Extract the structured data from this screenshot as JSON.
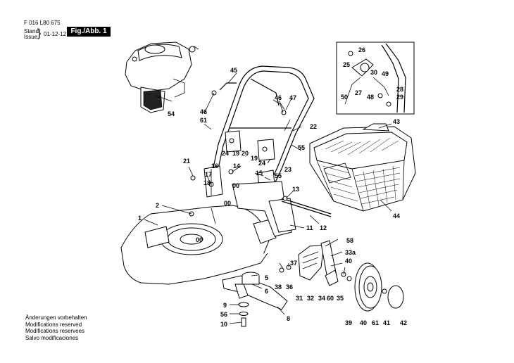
{
  "header": {
    "doc_code": "F 016 L80 675",
    "stand": "Stand",
    "issue": "Issue",
    "brace": "}",
    "date": "01-12-12",
    "figure": "Fig./Abb. 1"
  },
  "notes": [
    "Änderungen vorbehalten",
    "Modifications reserved",
    "Modifications reservees",
    "Salvo modificaciones"
  ],
  "callouts": [
    "1",
    "2",
    "00",
    "00",
    "00",
    "5",
    "6",
    "8",
    "9",
    "56",
    "10",
    "11",
    "12",
    "13",
    "14",
    "15",
    "55",
    "55",
    "16",
    "17",
    "18",
    "19",
    "19",
    "20",
    "21",
    "22",
    "23",
    "24",
    "24",
    "25",
    "26",
    "27",
    "28",
    "29",
    "30",
    "31",
    "32",
    "33a",
    "34",
    "35",
    "36",
    "37",
    "38",
    "39",
    "40",
    "40",
    "41",
    "42",
    "43",
    "44",
    "45",
    "46",
    "46",
    "47",
    "48",
    "49",
    "50",
    "54",
    "58",
    "60",
    "61",
    "61"
  ],
  "colors": {
    "ink": "#000000",
    "paper": "#ffffff"
  }
}
